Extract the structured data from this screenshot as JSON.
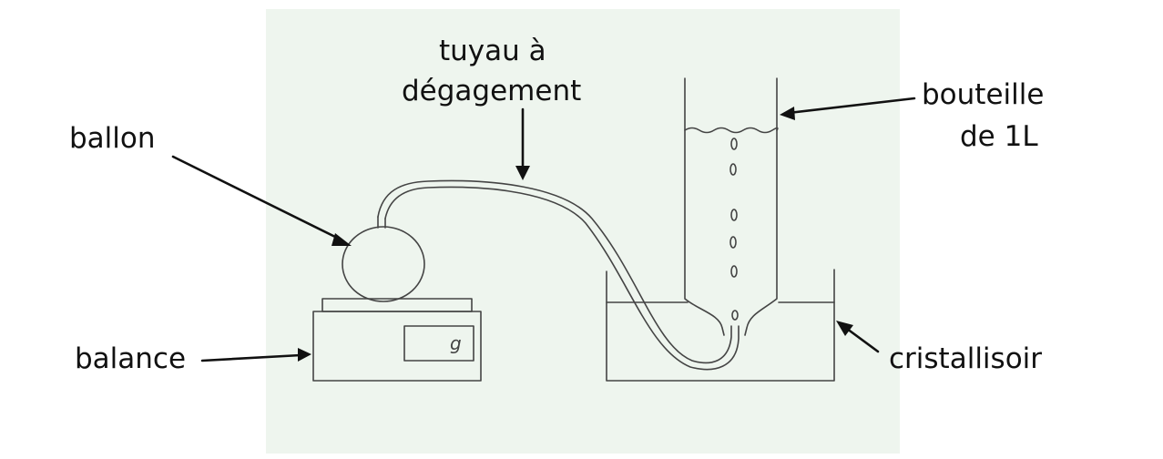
{
  "labels": {
    "tube_line1": "tuyau à",
    "tube_line2": "dégagement",
    "flask": "ballon",
    "bottle_line1": "bouteille",
    "bottle_line2": "de 1L",
    "scale": "balance",
    "basin": "cristallisoir",
    "scale_unit": "g"
  }
}
